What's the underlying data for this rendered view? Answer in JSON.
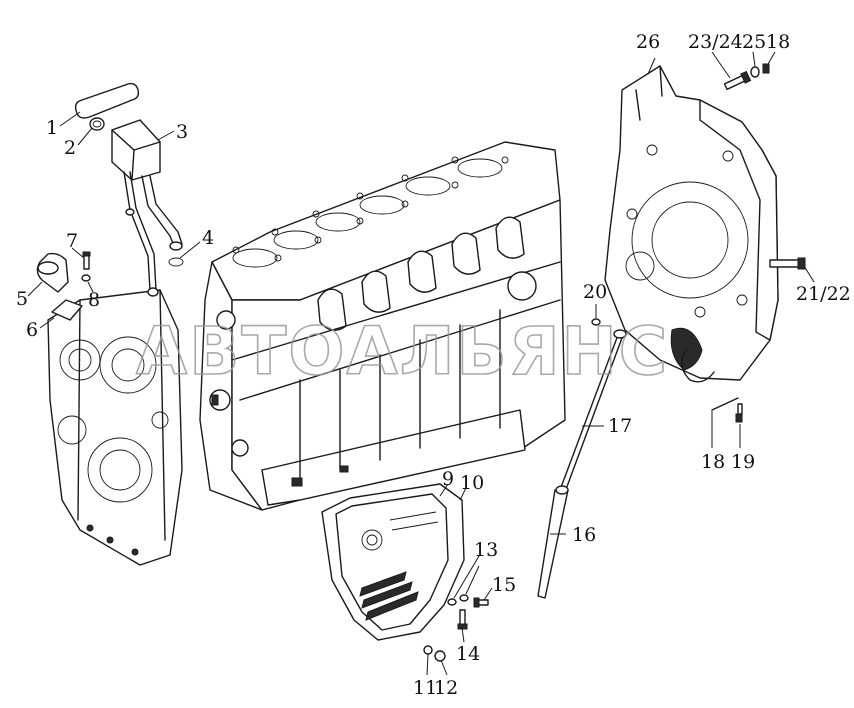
{
  "watermark": "АВТОАЛЬЯНС",
  "callouts": [
    {
      "id": "1",
      "text": "1"
    },
    {
      "id": "2",
      "text": "2"
    },
    {
      "id": "3",
      "text": "3"
    },
    {
      "id": "4",
      "text": "4"
    },
    {
      "id": "5",
      "text": "5"
    },
    {
      "id": "6",
      "text": "6"
    },
    {
      "id": "7",
      "text": "7"
    },
    {
      "id": "8",
      "text": "8"
    },
    {
      "id": "9",
      "text": "9"
    },
    {
      "id": "10",
      "text": "10"
    },
    {
      "id": "11",
      "text": "11"
    },
    {
      "id": "12",
      "text": "12"
    },
    {
      "id": "13",
      "text": "13"
    },
    {
      "id": "14",
      "text": "14"
    },
    {
      "id": "15",
      "text": "15"
    },
    {
      "id": "16",
      "text": "16"
    },
    {
      "id": "17",
      "text": "17"
    },
    {
      "id": "18a",
      "text": "18"
    },
    {
      "id": "18b",
      "text": "18"
    },
    {
      "id": "19",
      "text": "19"
    },
    {
      "id": "20",
      "text": "20"
    },
    {
      "id": "21_22",
      "text": "21/22"
    },
    {
      "id": "23_24",
      "text": "23/24"
    },
    {
      "id": "25",
      "text": "25"
    },
    {
      "id": "26",
      "text": "26"
    }
  ]
}
